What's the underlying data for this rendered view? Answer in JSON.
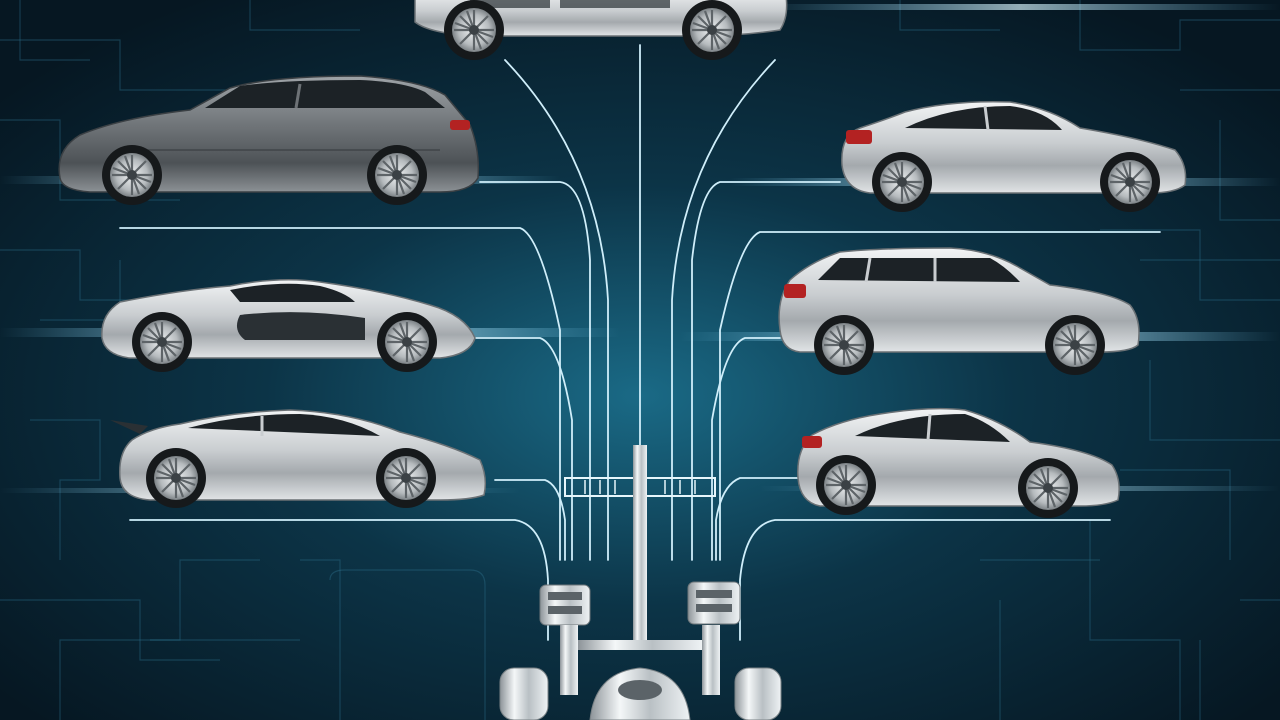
{
  "scene": {
    "description_kind": "illustration",
    "subject": "vehicle-platform",
    "colors": {
      "background_dark": "#061722",
      "background_mid": "#0c3447",
      "background_glow": "#1a6a86",
      "line_color": "#bfe6f5",
      "grid_color": "#2b6b85",
      "car_body_light": "#dfe3e6",
      "car_body_dark": "#6d7276",
      "glass": "#1c2226",
      "tire": "#16191b",
      "rim": "#d6d9dc",
      "flare": "#7fd8ff"
    }
  },
  "vehicles": [
    {
      "id": "sedan-top",
      "kind": "sedan",
      "finish": "silver"
    },
    {
      "id": "wagon-left",
      "kind": "wagon",
      "finish": "graphite"
    },
    {
      "id": "coupe-right",
      "kind": "coupe",
      "finish": "silver"
    },
    {
      "id": "supercar-left",
      "kind": "supercar",
      "finish": "silver"
    },
    {
      "id": "suv-right",
      "kind": "suv",
      "finish": "silver"
    },
    {
      "id": "sportscar-left",
      "kind": "sportscar",
      "finish": "silver"
    },
    {
      "id": "hatchback-right",
      "kind": "hatchback",
      "finish": "silver"
    }
  ],
  "platform": {
    "kind": "chassis-skateboard",
    "finish": "chrome"
  }
}
